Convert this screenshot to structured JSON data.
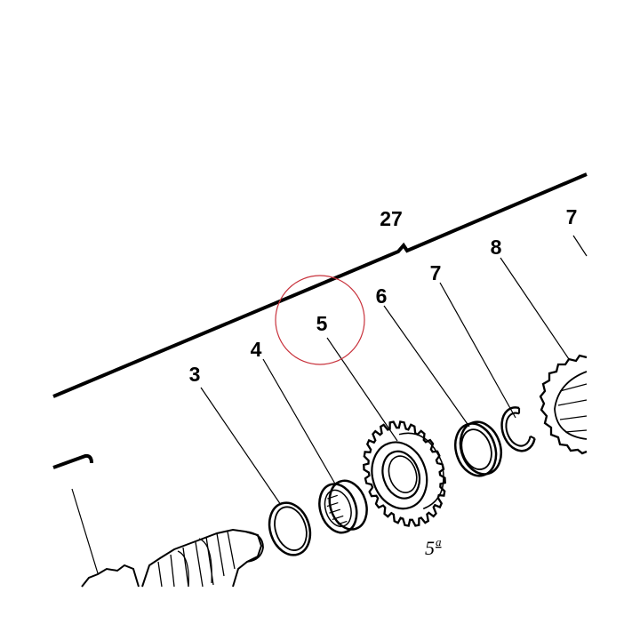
{
  "callouts": {
    "c27": "27",
    "c3": "3",
    "c4": "4",
    "c5": "5",
    "c6": "6",
    "c7a": "7",
    "c7b": "7",
    "c8": "8"
  },
  "gear_label": {
    "number": "5",
    "superscript": "a"
  },
  "colors": {
    "highlight_circle": "#c8323c",
    "line": "#000000",
    "background": "#ffffff"
  }
}
